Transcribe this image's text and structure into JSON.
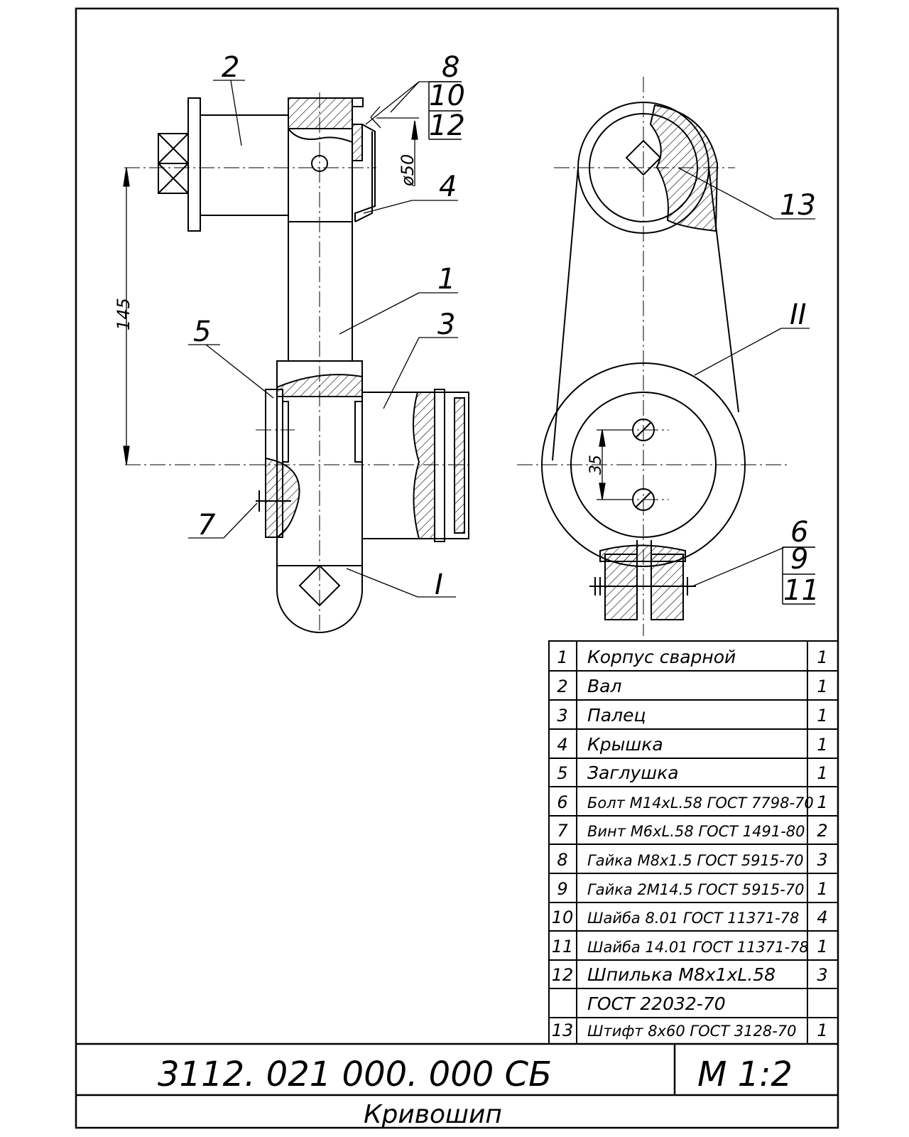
{
  "drawing": {
    "code": "3112. 021 000. 000 СБ",
    "scale": "М 1:2",
    "name": "Кривошип"
  },
  "dimensions": {
    "d145": "145",
    "d50": "ø50",
    "d35": "35"
  },
  "callouts": {
    "c1": "1",
    "c2": "2",
    "c3": "3",
    "c4": "4",
    "c5": "5",
    "c7": "7",
    "c8": "8",
    "c10": "10",
    "c12": "12",
    "c13": "13",
    "c6": "6",
    "c9": "9",
    "c11": "11",
    "seamI": "I",
    "seamII": "II"
  },
  "bom": [
    {
      "pos": "1",
      "name": "Корпус  сварной",
      "qty": "1"
    },
    {
      "pos": "2",
      "name": "Вал",
      "qty": "1"
    },
    {
      "pos": "3",
      "name": "Палец",
      "qty": "1"
    },
    {
      "pos": "4",
      "name": "Крышка",
      "qty": "1"
    },
    {
      "pos": "5",
      "name": "Заглушка",
      "qty": "1"
    },
    {
      "pos": "6",
      "name": "Болт  M14xL.58  ГОСТ 7798-70",
      "qty": "1"
    },
    {
      "pos": "7",
      "name": "Винт  M6xL.58  ГОСТ 1491-80",
      "qty": "2"
    },
    {
      "pos": "8",
      "name": "Гайка  M8x1.5  ГОСТ 5915-70",
      "qty": "3"
    },
    {
      "pos": "9",
      "name": "Гайка  2M14.5  ГОСТ 5915-70",
      "qty": "1"
    },
    {
      "pos": "10",
      "name": "Шайба 8.01  ГОСТ 11371-78",
      "qty": "4"
    },
    {
      "pos": "11",
      "name": "Шайба 14.01  ГОСТ 11371-78",
      "qty": "1"
    },
    {
      "pos": "12",
      "name": "Шпилька  M8x1xL.58",
      "qty": "3"
    },
    {
      "pos": "",
      "name": "ГОСТ  22032-70",
      "qty": ""
    },
    {
      "pos": "13",
      "name": "Штифт  8х60  ГОСТ 3128-70",
      "qty": "1"
    }
  ]
}
